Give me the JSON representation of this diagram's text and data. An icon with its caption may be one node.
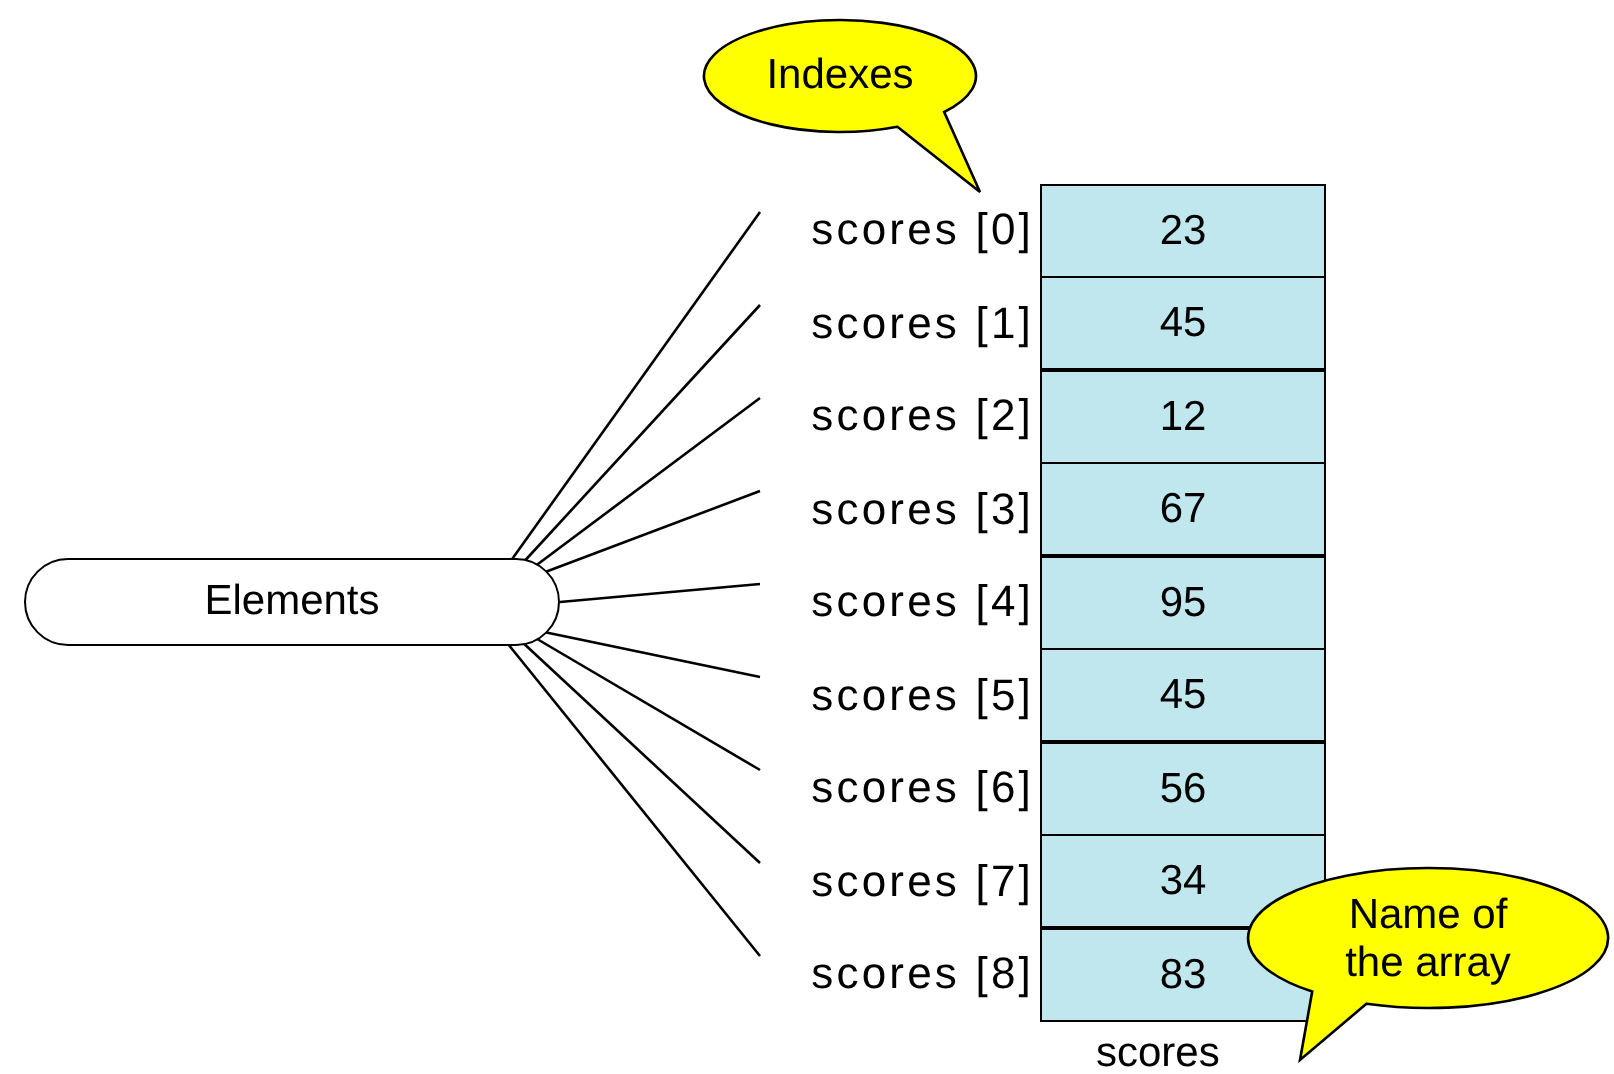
{
  "diagram": {
    "nodes": [
      {
        "text": [
          "Indexes"
        ]
      },
      {
        "text": [
          "Elements"
        ]
      },
      {
        "text": [
          "scores [0]"
        ]
      },
      {
        "text": [
          "scores [1]"
        ]
      },
      {
        "text": [
          "scores [2]"
        ]
      },
      {
        "text": [
          "scores [3]"
        ]
      },
      {
        "text": [
          "scores [4]"
        ]
      },
      {
        "text": [
          "scores [5]"
        ]
      },
      {
        "text": [
          "scores [6]"
        ]
      },
      {
        "text": [
          "scores [7]"
        ]
      },
      {
        "text": [
          "scores [8]"
        ]
      },
      {
        "text": [
          "23"
        ]
      },
      {
        "text": [
          "45"
        ]
      },
      {
        "text": [
          "12"
        ]
      },
      {
        "text": [
          "67"
        ]
      },
      {
        "text": [
          "95"
        ]
      },
      {
        "text": [
          "45"
        ]
      },
      {
        "text": [
          "56"
        ]
      },
      {
        "text": [
          "34"
        ]
      },
      {
        "text": [
          "83"
        ]
      },
      {
        "text": [
          "Name of the array"
        ]
      }
    ],
    "edges": [
      {
        "from": 1,
        "to": 2,
        "arrow": "none"
      },
      {
        "from": 1,
        "to": 3,
        "arrow": "none"
      },
      {
        "from": 1,
        "to": 4,
        "arrow": "none"
      },
      {
        "from": 1,
        "to": 5,
        "arrow": "none"
      },
      {
        "from": 1,
        "to": 6,
        "arrow": "none"
      },
      {
        "from": 1,
        "to": 7,
        "arrow": "none"
      },
      {
        "from": 1,
        "to": 8,
        "arrow": "none"
      },
      {
        "from": 1,
        "to": 9,
        "arrow": "none"
      },
      {
        "from": 1,
        "to": 10,
        "arrow": "none"
      }
    ],
    "labels": [
      "scores"
    ]
  }
}
